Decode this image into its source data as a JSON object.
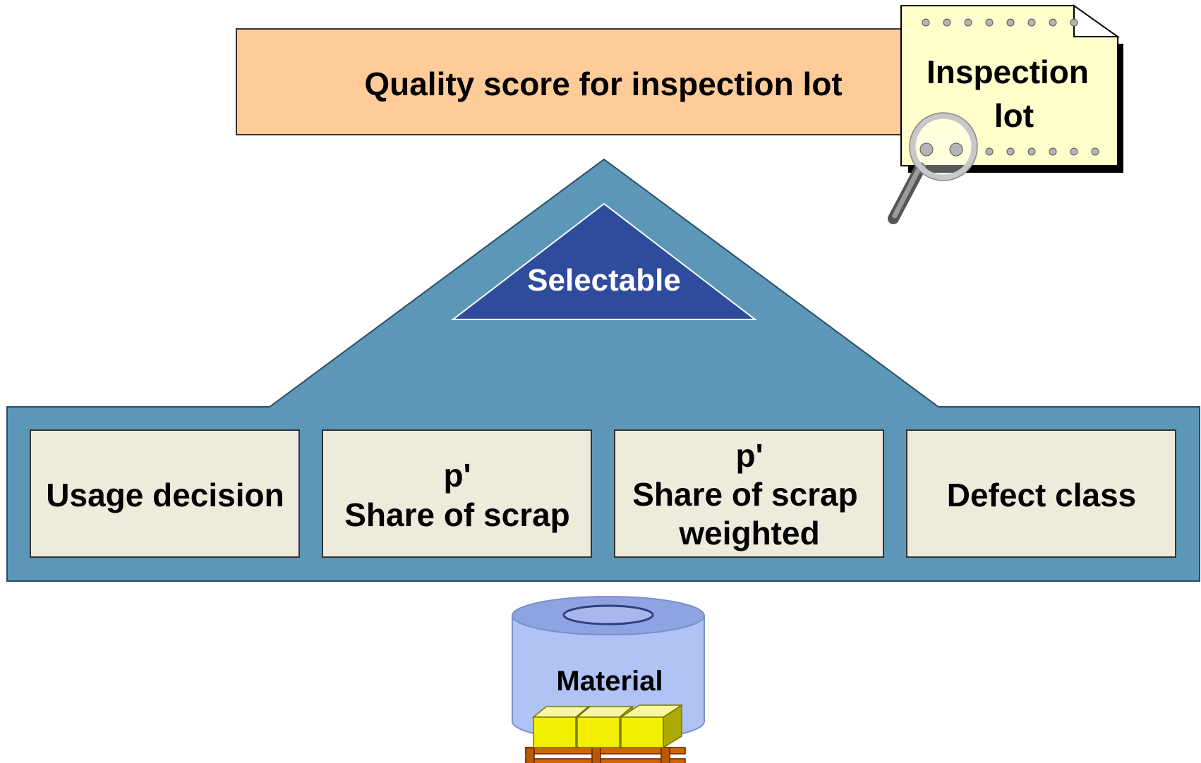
{
  "title": "Quality score for inspection lot",
  "inspection_lot_label": [
    "Inspection",
    "lot"
  ],
  "selectable_label": "Selectable",
  "options": [
    {
      "lines": [
        "Usage decision"
      ]
    },
    {
      "lines": [
        "p'",
        "Share of scrap"
      ]
    },
    {
      "lines": [
        "p'",
        "Share of scrap",
        "weighted"
      ]
    },
    {
      "lines": [
        "Defect class"
      ]
    }
  ],
  "material_label": "Material",
  "colors": {
    "title_box": "#FFCC99",
    "frame": "#5C97B7",
    "selectable": "#2F4B9C",
    "option_box": "#EEEBDD",
    "note_paper": "#FFFFCC",
    "cylinder_body": "#AFC3F5",
    "cylinder_top": "#8FA3E3",
    "crate": "#F2F000",
    "pallet": "#CC6600"
  },
  "icons": [
    "magnifier-icon",
    "pallet-icon"
  ]
}
